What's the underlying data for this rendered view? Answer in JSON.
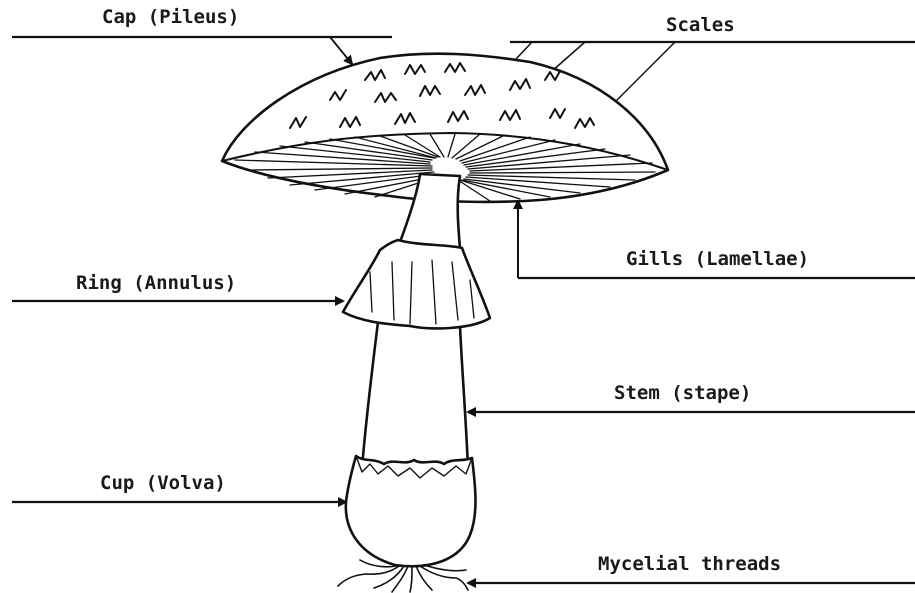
{
  "diagram": {
    "labels": {
      "cap": "Cap (Pileus)",
      "scales": "Scales",
      "gills": "Gills (Lamellae)",
      "ring": "Ring (Annulus)",
      "stem": "Stem (stape)",
      "cup": "Cup (Volva)",
      "mycelial": "Mycelial threads"
    },
    "colors": {
      "ink": "#111111",
      "background": "#ffffff"
    }
  }
}
